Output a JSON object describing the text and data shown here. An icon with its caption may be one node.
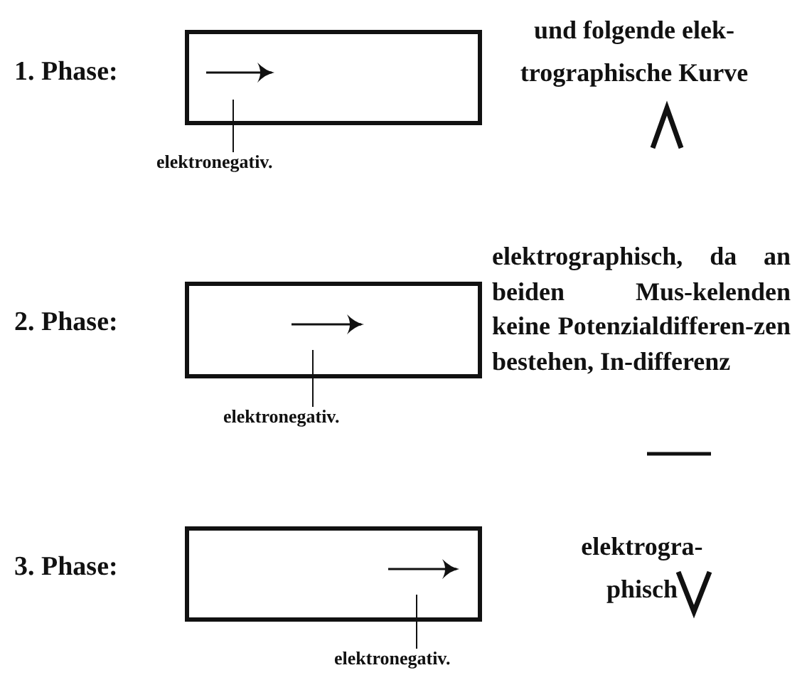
{
  "diagram": {
    "nodes": [
      {
        "text": [],
        "shape": "box"
      },
      {
        "text": [
          "elektronegativ."
        ]
      },
      {
        "text": [],
        "shape": "box"
      },
      {
        "text": [
          "elektronegativ."
        ]
      },
      {
        "text": [],
        "shape": "box"
      },
      {
        "text": [
          "elektronegativ."
        ]
      }
    ],
    "edges": [
      {
        "from": 1,
        "to": 0,
        "arrow": "none"
      },
      {
        "from": 3,
        "to": 2,
        "arrow": "none"
      },
      {
        "from": 5,
        "to": 4,
        "arrow": "none"
      }
    ],
    "labels": [
      "1. Phase:",
      "und folgende elek-trographische Kurve",
      "2. Phase:",
      "elektrographisch, da an beiden Mus-kelenden keine Potenzialdifferen-zen bestehen, In-differenz",
      "3. Phase:",
      "elektrogra-phisch"
    ]
  }
}
